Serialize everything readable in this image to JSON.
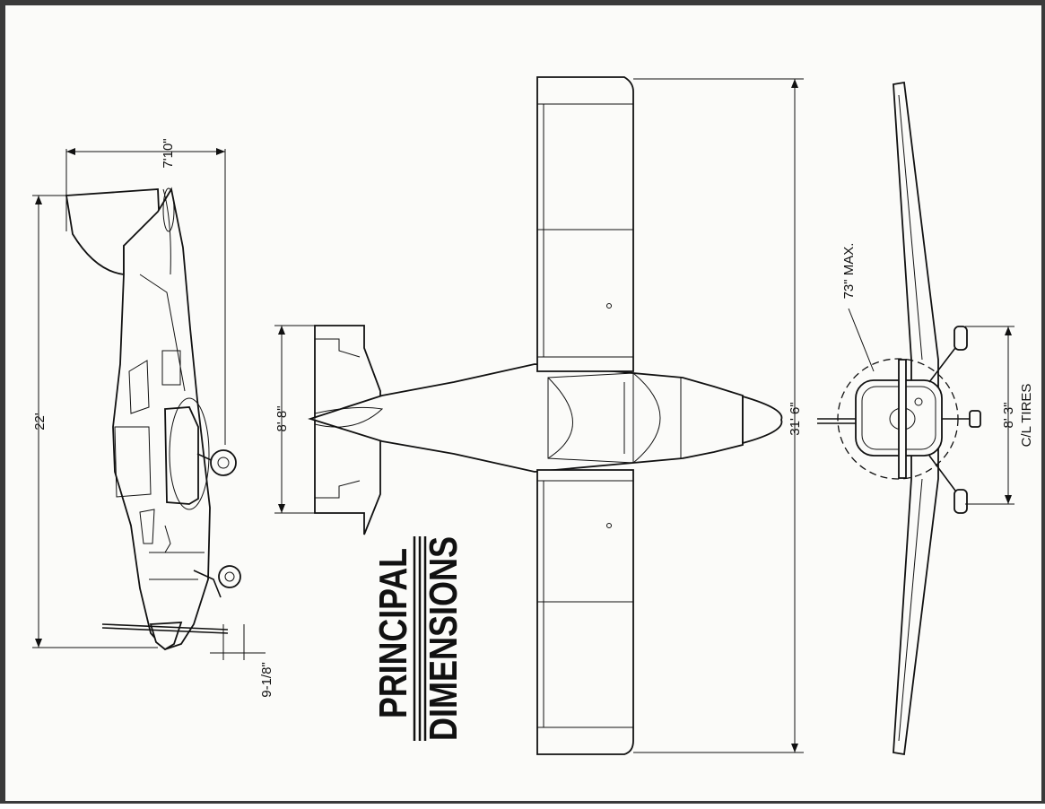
{
  "title": {
    "line1": "PRINCIPAL",
    "line2": "DIMENSIONS"
  },
  "dimensions": {
    "height": "7'10\"",
    "length": "22'",
    "prop_clearance": "9-1/8\"",
    "stab_span": "8' 8\"",
    "wingspan": "31' 6\"",
    "prop_diameter": "73\" MAX.",
    "track": "8' 3\"",
    "track_note": "C/L TIRES"
  }
}
